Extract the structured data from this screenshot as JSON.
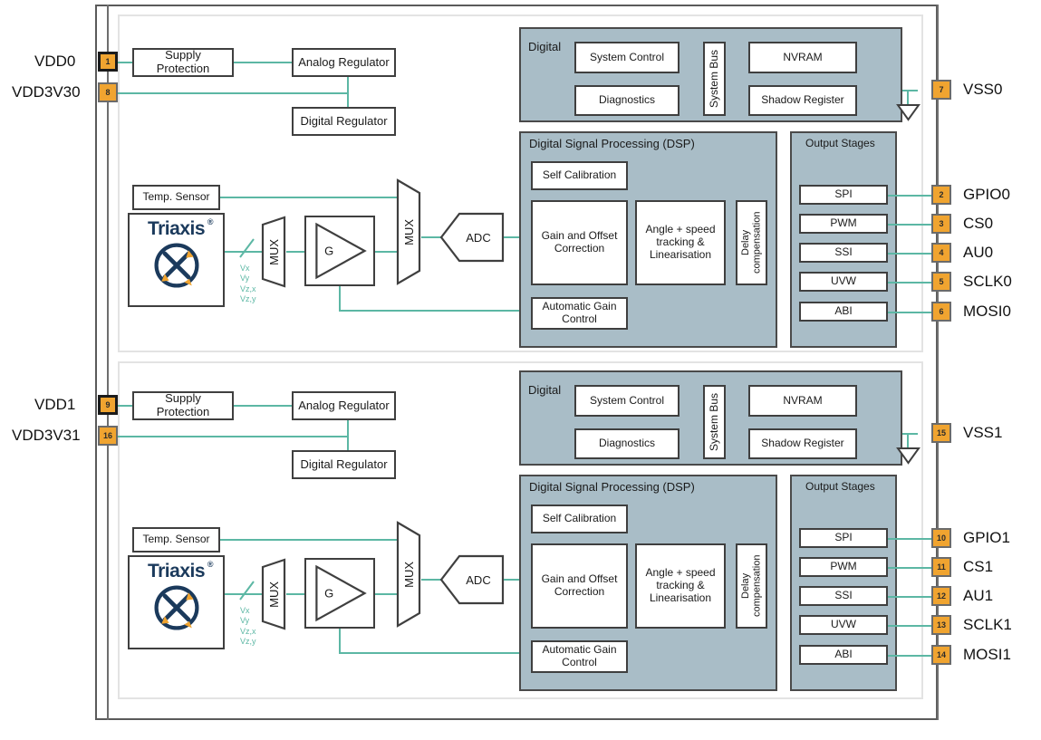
{
  "diagram": {
    "title": "Dual-die magnetic position sensor block diagram",
    "colors": {
      "panel": "#a9bdc7",
      "pin": "#f0a430",
      "wire": "#5cb7a4",
      "logo_navy": "#1b3a5c",
      "box_border": "#3f3f3f"
    }
  },
  "left_pins": [
    {
      "label": "VDD0",
      "number": "1",
      "strong": true
    },
    {
      "label": "VDD3V30",
      "number": "8",
      "strong": false
    },
    {
      "label": "VDD1",
      "number": "9",
      "strong": true
    },
    {
      "label": "VDD3V31",
      "number": "16",
      "strong": false
    }
  ],
  "right_pins": [
    {
      "label": "VSS0",
      "number": "7"
    },
    {
      "label": "GPIO0",
      "number": "2"
    },
    {
      "label": "CS0",
      "number": "3"
    },
    {
      "label": "AU0",
      "number": "4"
    },
    {
      "label": "SCLK0",
      "number": "5"
    },
    {
      "label": "MOSI0",
      "number": "6"
    },
    {
      "label": "VSS1",
      "number": "15"
    },
    {
      "label": "GPIO1",
      "number": "10"
    },
    {
      "label": "CS1",
      "number": "11"
    },
    {
      "label": "AU1",
      "number": "12"
    },
    {
      "label": "SCLK1",
      "number": "13"
    },
    {
      "label": "MOSI1",
      "number": "14"
    }
  ],
  "channel": {
    "supply_protection": "Supply Protection",
    "analog_regulator": "Analog Regulator",
    "digital_regulator": "Digital Regulator",
    "temp_sensor": "Temp. Sensor",
    "logo_word": "Triaxis",
    "logo_reg": "®",
    "signals": "Vx\nVy\nVz,x\nVz,y",
    "signal_list": [
      "Vx",
      "Vy",
      "Vz,x",
      "Vz,y"
    ],
    "mux1": "MUX",
    "amp": "G",
    "mux2": "MUX",
    "adc": "ADC"
  },
  "digital": {
    "title": "Digital",
    "system_control": "System Control",
    "diagnostics": "Diagnostics",
    "system_bus": "System Bus",
    "nvram": "NVRAM",
    "shadow_register": "Shadow Register"
  },
  "dsp": {
    "title": "Digital Signal Processing (DSP)",
    "self_calibration": "Self Calibration",
    "gain_offset": "Gain and Offset Correction",
    "angle_speed": "Angle + speed tracking & Linearisation",
    "delay_compensation": "Delay compensation",
    "agc": "Automatic Gain Control"
  },
  "output_stages": {
    "title": "Output Stages",
    "items": [
      "SPI",
      "PWM",
      "SSI",
      "UVW",
      "ABI"
    ]
  }
}
